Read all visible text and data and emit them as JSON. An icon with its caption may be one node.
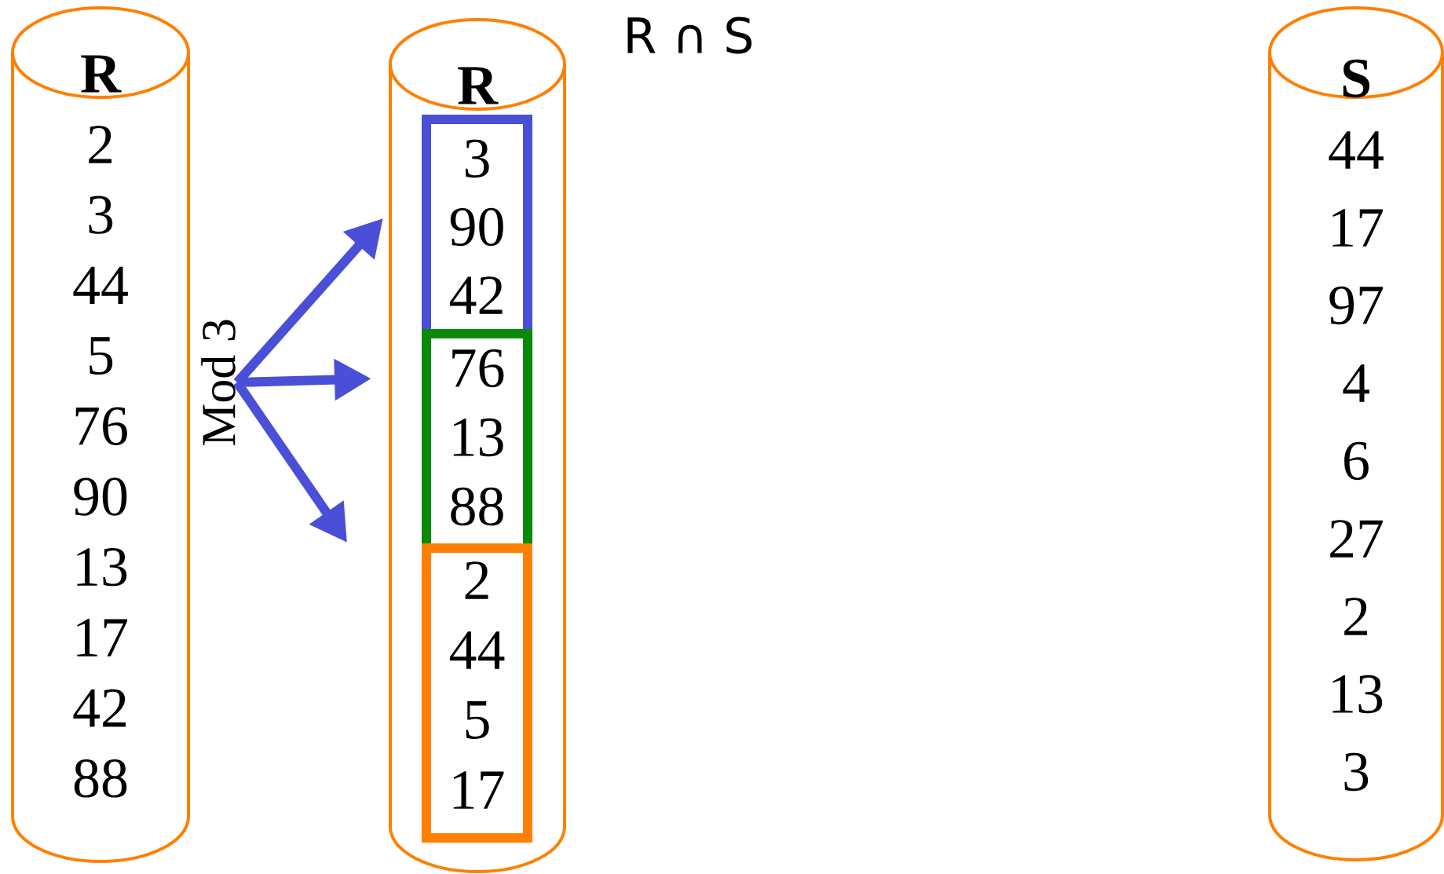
{
  "diagram": {
    "nodes": [
      {
        "text": [
          "R",
          "2",
          "3",
          "44",
          "5",
          "76",
          "90",
          "13",
          "17",
          "42",
          "88"
        ]
      },
      {
        "text": [
          "R"
        ]
      },
      {
        "text": [
          "3",
          "90",
          "42"
        ],
        "in": 1
      },
      {
        "text": [
          "76",
          "13",
          "88"
        ],
        "in": 1
      },
      {
        "text": [
          "2",
          "44",
          "5",
          "17"
        ],
        "in": 1
      },
      {
        "text": [
          "Mod 3"
        ]
      },
      {
        "text": [
          "S",
          "44",
          "17",
          "97",
          "4",
          "6",
          "27",
          "2",
          "13",
          "3"
        ]
      }
    ],
    "edges": [
      {
        "from": 5,
        "to": 2,
        "arrow": "to"
      },
      {
        "from": 5,
        "to": 3,
        "arrow": "to"
      },
      {
        "from": 5,
        "to": 4,
        "arrow": "to"
      }
    ],
    "labels": [
      "R ∩ S"
    ]
  }
}
